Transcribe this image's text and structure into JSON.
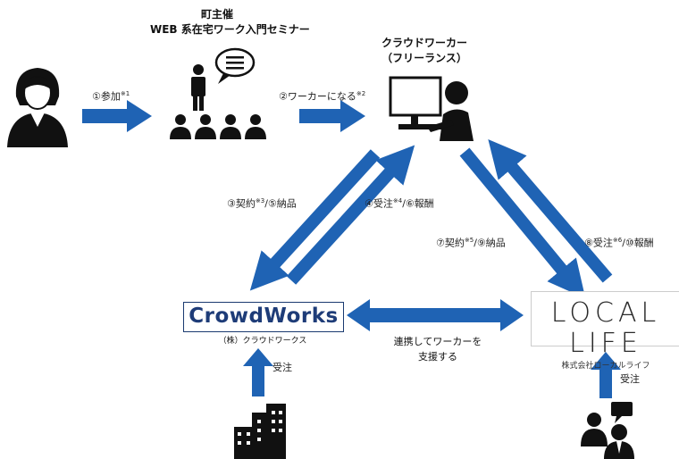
{
  "colors": {
    "arrow": "#1f63b4",
    "icon": "#111111"
  },
  "seminar": {
    "organizer": "町主催",
    "title": "WEB 系在宅ワーク入門セミナー"
  },
  "worker": {
    "title": "クラウドワーカー",
    "subtitle": "（フリーランス）"
  },
  "step1": {
    "label": "①参加",
    "note": "※1"
  },
  "step2": {
    "label": "②ワーカーになる",
    "note": "※2"
  },
  "step3": {
    "label_a": "③契約",
    "note": "※3",
    "label_b": "/⑤納品"
  },
  "step4": {
    "label_a": "④受注",
    "note": "※4",
    "label_b": "/⑥報酬"
  },
  "step7": {
    "label_a": "⑦契約",
    "note": "※5",
    "label_b": "/⑨納品"
  },
  "step8": {
    "label_a": "⑧受注",
    "note": "※6",
    "label_b": "/⑩報酬"
  },
  "crowdworks": {
    "logo": "CrowdWorks",
    "company": "（株）クラウドワークス",
    "order_label": "受注"
  },
  "locallife": {
    "logo": "LOCAL LIFE",
    "company": "株式会社ローカルライフ",
    "order_label": "受注"
  },
  "cooperation": {
    "line1": "連携してワーカーを",
    "line2": "支援する"
  },
  "icons": [
    "person-icon",
    "presenter-icon",
    "speech-bubble-icon",
    "audience-icon",
    "computer-worker-icon",
    "buildings-icon",
    "clients-icon"
  ]
}
